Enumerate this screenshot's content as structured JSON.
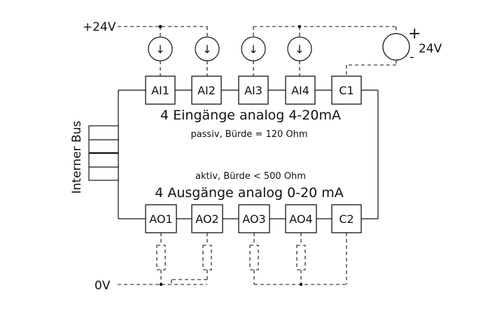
{
  "rails": {
    "supply": "+24V",
    "ground": "0V",
    "source": {
      "plus": "+",
      "minus": "-",
      "voltage": "24V"
    }
  },
  "bus_label": "Interner Bus",
  "inputs": {
    "title": "4 Eingänge analog 4-20mA",
    "subtitle": "passiv, Bürde = 120 Ohm",
    "terminals": [
      "AI1",
      "AI2",
      "AI3",
      "AI4",
      "C1"
    ]
  },
  "outputs": {
    "title": "4 Ausgänge analog 0-20 mA",
    "subtitle": "aktiv, Bürde < 500 Ohm",
    "terminals": [
      "AO1",
      "AO2",
      "AO3",
      "AO4",
      "C2"
    ]
  },
  "current_source_symbol": "↓"
}
